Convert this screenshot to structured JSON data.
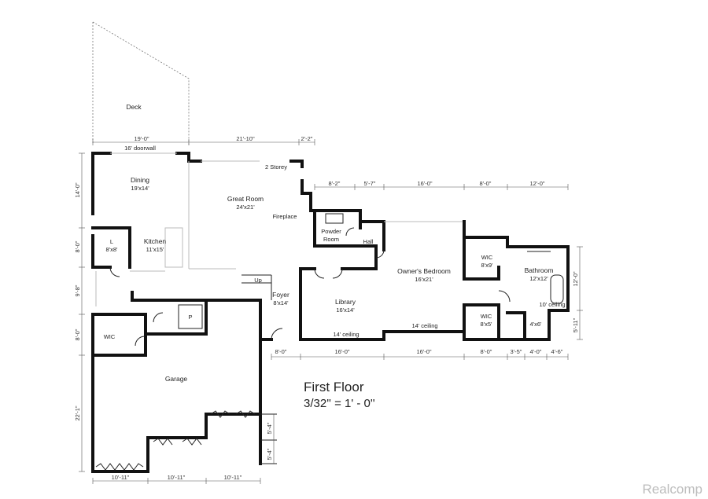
{
  "plan": {
    "title": "First Floor",
    "scale": "3/32'' = 1' - 0''",
    "watermark": "Realcomp"
  },
  "rooms": {
    "deck": "Deck",
    "doorwall": "16' doorwall",
    "dining_name": "Dining",
    "dining_size": "19'x14'",
    "great_room_name": "Great Room",
    "great_room_size": "24'x21'",
    "two_storey": "2 Storey",
    "fireplace": "Fireplace",
    "powder_name": "Powder",
    "powder_name2": "Room",
    "hall": "Hall",
    "laundry_name": "L",
    "laundry_size": "8'x8'",
    "kitchen_name": "Kitchen",
    "kitchen_size": "11'x15'",
    "up": "Up",
    "foyer_name": "Foyer",
    "foyer_size": "8'x14'",
    "library_name": "Library",
    "library_size": "16'x14'",
    "library_ceiling": "14' ceiling",
    "owner_name": "Owner's Bedroom",
    "owner_size": "16'x21'",
    "owner_ceiling": "14' ceiling",
    "wic1_name": "WIC",
    "wic1_size": "8'x9'",
    "wic2_name": "WIC",
    "wic2_size": "8'x5'",
    "bath_name": "Bathroom",
    "bath_size": "12'x12'",
    "bath_ceiling": "10' ceiling",
    "shower_size": "4'x6'",
    "pantry": "P",
    "wic_left": "WIC",
    "garage": "Garage"
  },
  "dims": {
    "d19_0": "19'-0\"",
    "d21_10": "21'-10\"",
    "d2_2": "2'-2\"",
    "d8_2": "8'-2\"",
    "d5_7": "5'-7\"",
    "d16_0_top": "16'-0\"",
    "d8_0_top": "8'-0\"",
    "d12_0_top": "12'-0\"",
    "l14_0": "14'-0\"",
    "l8_0a": "8'-0\"",
    "l9_8": "9'-8\"",
    "l8_0b": "8'-0\"",
    "l22_1": "22'-1\"",
    "r12_0": "12'-0\"",
    "r5_11": "5'-11\"",
    "b8_0": "8'-0\"",
    "b16_0a": "16'-0\"",
    "b16_0b": "16'-0\"",
    "b8_0c": "8'-0\"",
    "b3_5": "3'-5\"",
    "b4_0": "4'-0\"",
    "b4_6": "4'-6\"",
    "g5_4a": "5'-4\"",
    "g5_4b": "5'-4\"",
    "g10_11a": "10'-11\"",
    "g10_11b": "10'-11\"",
    "g10_11c": "10'-11\""
  }
}
